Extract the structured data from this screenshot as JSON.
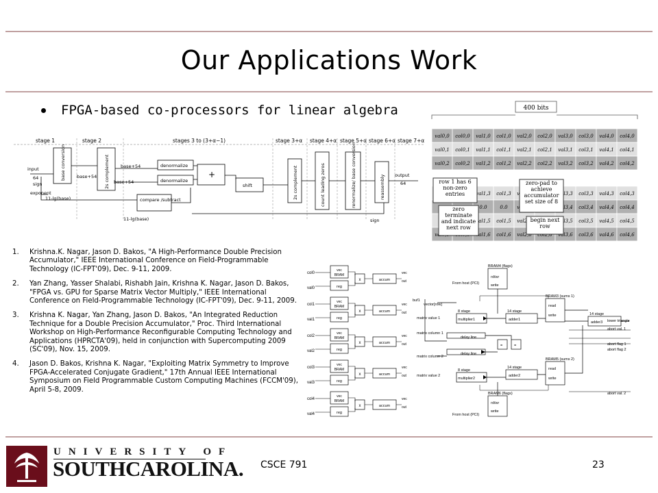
{
  "slide": {
    "title": "Our Applications Work",
    "bullet": "FPGA-based co-processors for linear algebra",
    "course": "CSCE 791",
    "page": "23"
  },
  "logo": {
    "line1": "UNIVERSITY OF",
    "line2": "SOUTHCAROLINA."
  },
  "references": [
    {
      "num": "1.",
      "text": "Krishna.K. Nagar, Jason D. Bakos, \"A High-Performance Double Precision Accumulator,\" IEEE International Conference on Field-Programmable Technology (IC-FPT'09), Dec. 9-11, 2009."
    },
    {
      "num": "2.",
      "text": "Yan Zhang, Yasser Shalabi, Rishabh Jain, Krishna K. Nagar, Jason D. Bakos, \"FPGA vs. GPU for Sparse Matrix Vector Multiply,\" IEEE International Conference on Field-Programmable Technology (IC-FPT'09), Dec. 9-11, 2009."
    },
    {
      "num": "3.",
      "text": "Krishna K. Nagar, Yan Zhang, Jason D. Bakos, \"An Integrated Reduction Technique for a Double Precision Accumulator,\" Proc. Third International Workshop on High-Performance Reconfigurable Computing Technology and Applications (HPRCTA'09), held in conjunction with Supercomputing 2009 (SC'09), Nov. 15, 2009."
    },
    {
      "num": "4.",
      "text": "Jason D. Bakos, Krishna K. Nagar, \"Exploiting Matrix Symmetry to Improve FPGA-Accelerated Conjugate Gradient,\" 17th Annual IEEE International Symposium on Field Programmable Custom Computing Machines (FCCM'09), April 5-8, 2009."
    }
  ],
  "pipeline": {
    "stages": [
      "stage 1",
      "stage 2",
      "stages 3 to (3+α−1)",
      "stage 3+α",
      "stage 4+α",
      "stage 5+α",
      "stage 6+α",
      "stage 7+α"
    ],
    "labels": {
      "input": "input",
      "sign": "sign",
      "n64": "64",
      "exponent": "exponent",
      "lg": "11-lg(base)",
      "base_conv": "base conversion",
      "twos": "2s complement",
      "denorm": "denormalize",
      "plus": "+",
      "shift": "shift",
      "compare": "compare /subtract",
      "twos2": "2s complement",
      "clz": "count leading zeros",
      "renorm": "renormalize/ base conversion",
      "reasm": "reassembly",
      "output": "output",
      "base54": "base+54",
      "lgb": "11-lg(base)",
      "sign2": "sign"
    }
  },
  "matrix": {
    "bits": "400 bits",
    "rows": [
      [
        "val0,0",
        "col0,0",
        "val1,0",
        "col1,0",
        "val2,0",
        "col2,0",
        "val3,0",
        "col3,0",
        "val4,0",
        "col4,0"
      ],
      [
        "val0,1",
        "col0,1",
        "val1,1",
        "col1,1",
        "val2,1",
        "col2,1",
        "val3,1",
        "col3,1",
        "val4,1",
        "col4,1"
      ],
      [
        "val0,2",
        "col0,2",
        "val1,2",
        "col1,2",
        "val2,2",
        "col2,2",
        "val3,2",
        "col3,2",
        "val4,2",
        "col4,2"
      ],
      [
        "val0,3",
        "col0,3",
        "val1,3",
        "col1,3",
        "val2,3",
        "col2,3",
        "val3,3",
        "col3,3",
        "val4,3",
        "col4,3"
      ],
      [
        "0.0",
        "0.0",
        "0.0",
        "0.0",
        "val2,4",
        "col2,4",
        "val3,4",
        "col3,4",
        "val4,4",
        "col4,4"
      ],
      [
        "0.0",
        "5",
        "val1,5",
        "col1,5",
        "val2,5",
        "col2,5",
        "val3,5",
        "col3,5",
        "val4,5",
        "col4,5"
      ],
      [
        "val0,6",
        "col0,6",
        "val1,6",
        "col1,6",
        "val2,6",
        "col2,6",
        "val3,6",
        "col3,6",
        "val4,6",
        "col4,6"
      ]
    ],
    "callouts": {
      "row1": "row 1 has 6 non-zero entries",
      "zero_pad": "zero-pad to achieve accumulator set size of 8",
      "zero_term": "zero terminate and indicate next row",
      "begin_next": "begin next row"
    }
  },
  "vector_diagram": {
    "cols": [
      "col0",
      "col1",
      "col2",
      "col3",
      "col4"
    ],
    "vals": [
      "val0",
      "val1",
      "val2",
      "val3",
      "val4"
    ],
    "vec": "vec",
    "bram": "BRAM",
    "reg": "reg",
    "mult": "x",
    "accum": "accum",
    "vec_out": "vec",
    "out": "out"
  },
  "acc_diagram": {
    "bram4": "BRAM4 (flags)",
    "bram3": "BRAM3 (sums 1)",
    "bram5": "BRAM5 (sums 2)",
    "bram6": "BRAM6 (flags)",
    "from_host": "From host (PCI)",
    "buf1": "buf1",
    "vector_row": "vector[row]",
    "matrix_value1": "matrix value 1",
    "matrix_column1": "matrix column 1",
    "matrix_column2": "matrix column 2",
    "matrix_value2": "matrix value 2",
    "mult1": "multiplier1",
    "mult2": "multiplier2",
    "adder1": "adder1",
    "adder2": "adder2",
    "adder3": "adder3",
    "stage8": "8 stage",
    "stage14": "14 stage",
    "delay": "delay line",
    "lower_triangle": "lower triangle",
    "abort1": "abort val. 1",
    "abort_flag1": "abort flag 1",
    "abort_flag2": "abort flag 2",
    "abort2": "abort val. 2",
    "rd": "rd/wr",
    "write": "write",
    "read": "read",
    "eq": "="
  }
}
